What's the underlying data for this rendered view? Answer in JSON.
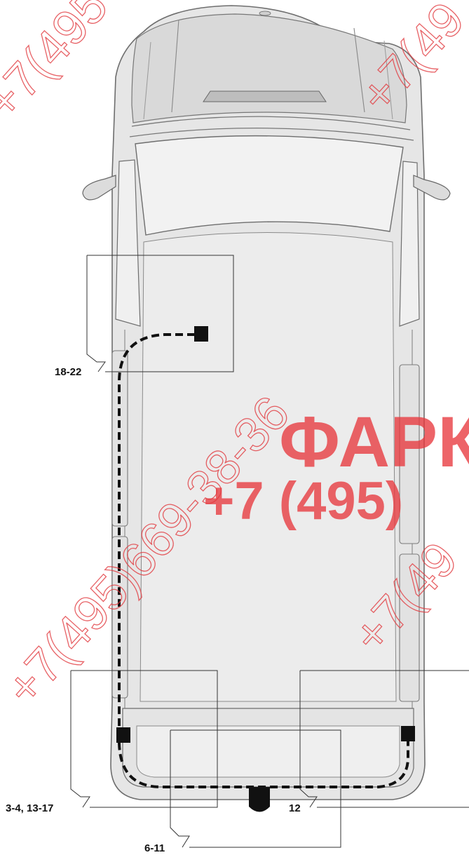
{
  "callouts": {
    "label_18_22": "18-22",
    "label_3_4_13_17": "3-4, 13-17",
    "label_12": "12",
    "label_6_11": "6-11"
  },
  "watermark": {
    "brand": "ФАРК",
    "phone": "+7 (495)",
    "diag_center": "+7(495)669-38-36",
    "diag_top_left": "+7(495",
    "diag_top_right": "+7(49",
    "diag_mid_left": "+7(495",
    "diag_mid_right": "+7(49",
    "color": "#e8393e"
  },
  "colors": {
    "body_fill": "#e6e6e6",
    "outline": "#6e6e6e",
    "wire": "#111111"
  }
}
